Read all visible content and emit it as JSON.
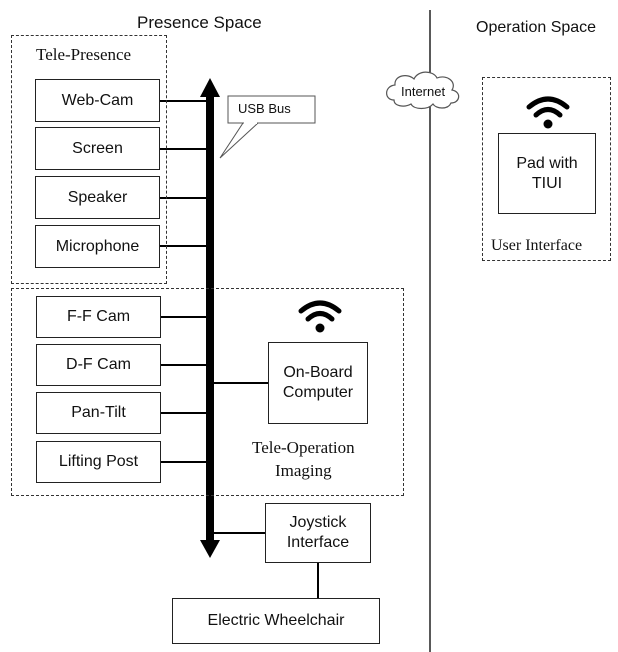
{
  "spaces": {
    "presence": "Presence Space",
    "operation": "Operation Space"
  },
  "groups": {
    "tele_presence": "Tele-Presence",
    "tele_operation": "Tele-Operation\nImaging",
    "user_interface": "User Interface"
  },
  "devices": {
    "web_cam": "Web-Cam",
    "screen": "Screen",
    "speaker": "Speaker",
    "microphone": "Microphone",
    "ff_cam": "F-F Cam",
    "df_cam": "D-F Cam",
    "pan_tilt": "Pan-Tilt",
    "lifting_post": "Lifting Post",
    "onboard_computer": "On-Board\nComputer",
    "joystick_interface": "Joystick\nInterface",
    "electric_wheelchair": "Electric Wheelchair",
    "pad": "Pad with\nTIUI"
  },
  "callouts": {
    "usb_bus": "USB Bus",
    "internet": "Internet"
  },
  "icons": {
    "wifi": "wifi-icon",
    "cloud": "cloud-icon"
  }
}
